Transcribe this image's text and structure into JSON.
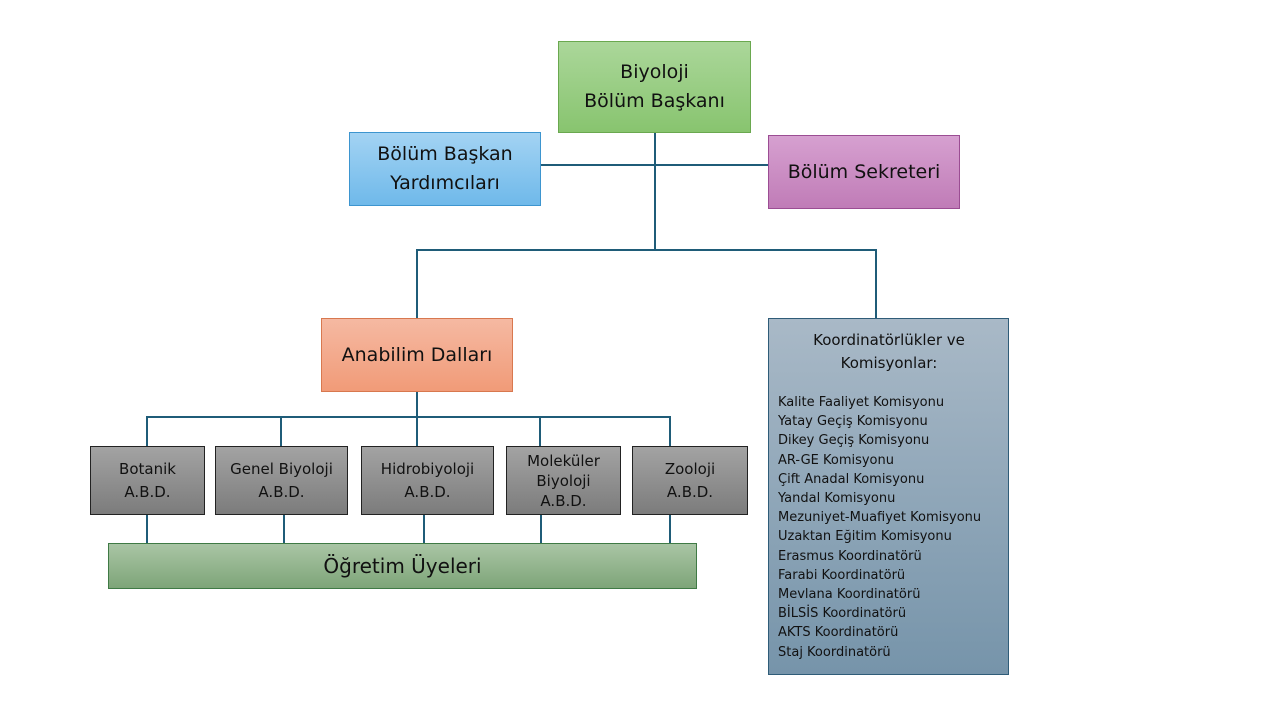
{
  "chart": {
    "head": {
      "line1": "Biyoloji",
      "line2": "Bölüm Başkanı"
    },
    "assistants": {
      "line1": "Bölüm Başkan",
      "line2": "Yardımcıları"
    },
    "secretary": {
      "label": "Bölüm Sekreteri"
    },
    "departments_root": {
      "label": "Anabilim Dalları"
    },
    "departments": [
      {
        "lines": [
          "Botanik",
          "A.B.D."
        ]
      },
      {
        "lines": [
          "Genel Biyoloji",
          "A.B.D."
        ]
      },
      {
        "lines": [
          "Hidrobiyoloji",
          "A.B.D."
        ]
      },
      {
        "lines": [
          "Moleküler",
          "Biyoloji",
          "A.B.D."
        ]
      },
      {
        "lines": [
          "Zooloji",
          "A.B.D."
        ]
      }
    ],
    "faculty": {
      "label": "Öğretim Üyeleri"
    },
    "coordination": {
      "title_line1": "Koordinatörlükler ve",
      "title_line2": "Komisyonlar:",
      "items": [
        "Kalite Faaliyet Komisyonu",
        "Yatay Geçiş Komisyonu",
        "Dikey Geçiş Komisyonu",
        "AR-GE Komisyonu",
        "Çift Anadal Komisyonu",
        "Yandal Komisyonu",
        "Mezuniyet-Muafiyet Komisyonu",
        "Uzaktan Eğitim Komisyonu",
        "Erasmus Koordinatörü",
        "Farabi Koordinatörü",
        "Mevlana Koordinatörü",
        "BİLSİS Koordinatörü",
        "AKTS Koordinatörü",
        "Staj Koordinatörü"
      ]
    },
    "colors": {
      "connector": "#1f5c78",
      "head": "#88c46f",
      "assistants": "#6fb9ea",
      "secretary": "#c07cb7",
      "departments_root": "#f19b78",
      "department": "#8f8f8f",
      "faculty": "#7ea579",
      "coordination": "#7694aa"
    }
  }
}
